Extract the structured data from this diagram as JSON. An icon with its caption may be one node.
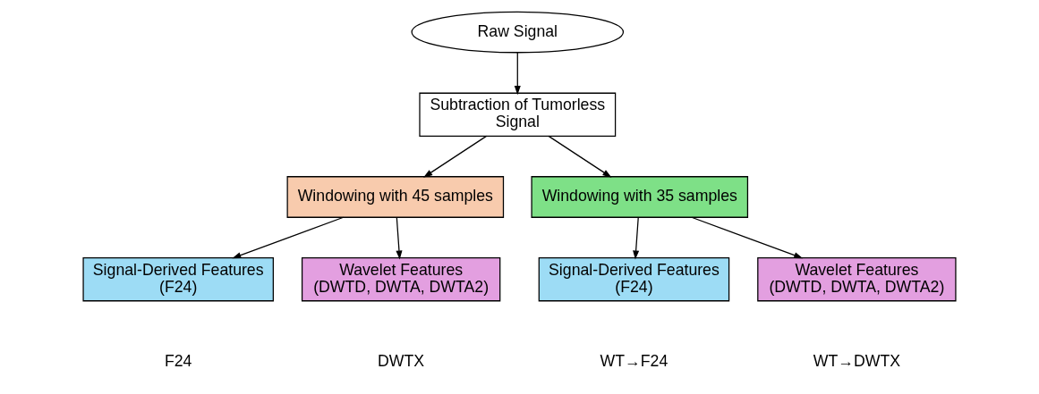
{
  "diagram": {
    "nodes": [
      {
        "text": [
          "Raw Signal"
        ]
      },
      {
        "text": [
          "Subtraction of Tumorless Signal"
        ]
      },
      {
        "text": [
          "Windowing with 45 samples"
        ]
      },
      {
        "text": [
          "Windowing with 35 samples"
        ]
      },
      {
        "text": [
          "Signal-Derived Features (F24)"
        ],
        "beside": [
          "F24"
        ]
      },
      {
        "text": [
          "Wavelet Features (DWTD, DWTA, DWTA2)"
        ],
        "beside": [
          "DWTX"
        ]
      },
      {
        "text": [
          "Signal-Derived Features (F24)"
        ],
        "beside": [
          "WT→F24"
        ]
      },
      {
        "text": [
          "Wavelet Features (DWTD, DWTA, DWTA2)"
        ],
        "beside": [
          "WT→DWTX"
        ]
      }
    ],
    "edges": [
      {
        "from": 0,
        "to": 1,
        "arrow": "to"
      },
      {
        "from": 1,
        "to": 2,
        "arrow": "to"
      },
      {
        "from": 1,
        "to": 3,
        "arrow": "to"
      },
      {
        "from": 2,
        "to": 4,
        "arrow": "to"
      },
      {
        "from": 2,
        "to": 5,
        "arrow": "to"
      },
      {
        "from": 3,
        "to": 6,
        "arrow": "to"
      },
      {
        "from": 3,
        "to": 7,
        "arrow": "to"
      }
    ]
  }
}
